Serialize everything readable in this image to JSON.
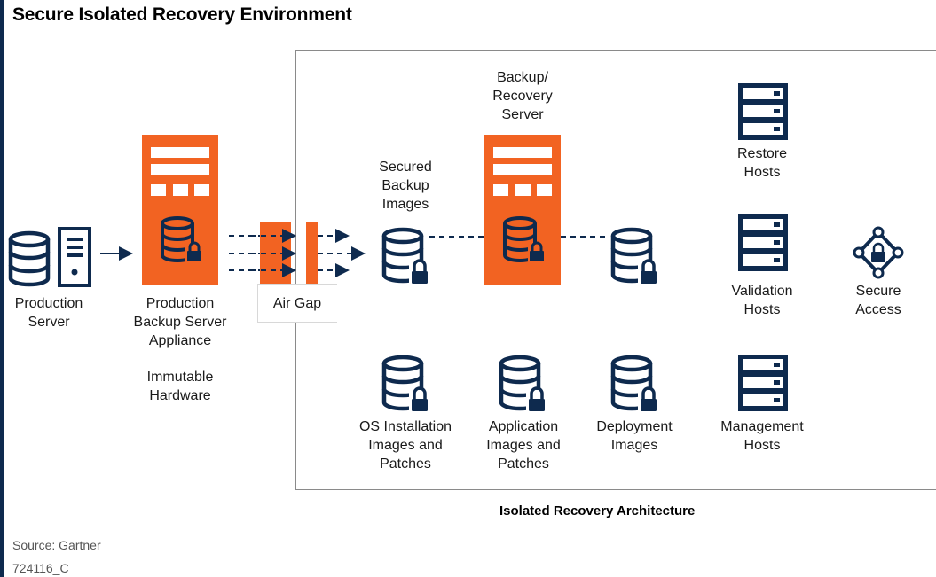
{
  "title": "Secure Isolated Recovery Environment",
  "labels": {
    "production_server": "Production\nServer",
    "production_backup": "Production\nBackup Server\nAppliance",
    "immutable": "Immutable\nHardware",
    "air_gap": "Air Gap",
    "secured_backup": "Secured\nBackup\nImages",
    "backup_recovery": "Backup/\nRecovery\nServer",
    "restore_hosts": "Restore\nHosts",
    "validation_hosts": "Validation\nHosts",
    "secure_access": "Secure\nAccess",
    "os_images": "OS Installation\nImages and\nPatches",
    "app_images": "Application\nImages and\nPatches",
    "deploy_images": "Deployment\nImages",
    "management_hosts": "Management\nHosts"
  },
  "architecture_label": "Isolated Recovery Architecture",
  "source": "Source: Gartner",
  "figure_id": "724116_C",
  "colors": {
    "navy": "#0e2a4e",
    "orange": "#f26322",
    "frame": "#8a8a8a"
  }
}
